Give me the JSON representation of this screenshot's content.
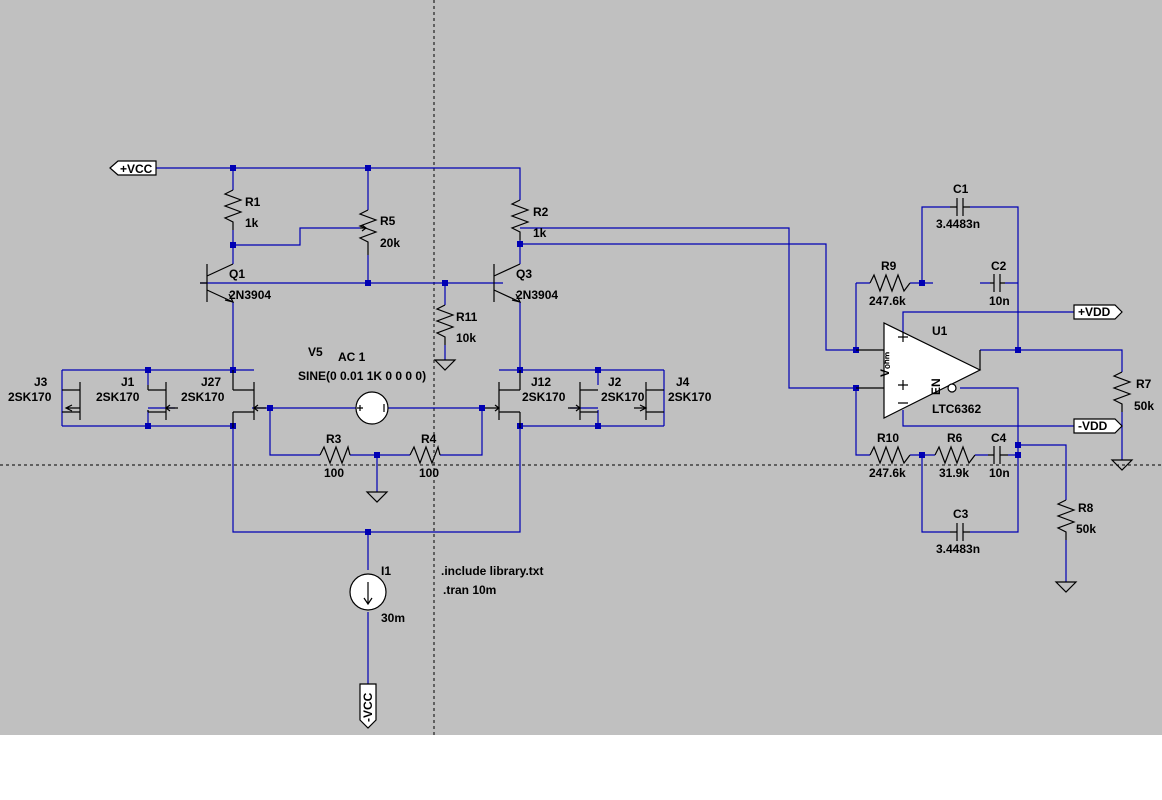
{
  "schematic": {
    "ports": {
      "vcc_pos": "+VCC",
      "vcc_neg": "-VCC",
      "vdd_pos": "+VDD",
      "vdd_neg": "-VDD"
    },
    "components": {
      "R1": {
        "name": "R1",
        "value": "1k"
      },
      "R2": {
        "name": "R2",
        "value": "1k"
      },
      "R3": {
        "name": "R3",
        "value": "100"
      },
      "R4": {
        "name": "R4",
        "value": "100"
      },
      "R5": {
        "name": "R5",
        "value": "20k"
      },
      "R6": {
        "name": "R6",
        "value": "31.9k"
      },
      "R7": {
        "name": "R7",
        "value": "50k"
      },
      "R8": {
        "name": "R8",
        "value": "50k"
      },
      "R9": {
        "name": "R9",
        "value": "247.6k"
      },
      "R10": {
        "name": "R10",
        "value": "247.6k"
      },
      "R11": {
        "name": "R11",
        "value": "10k"
      },
      "C1": {
        "name": "C1",
        "value": "3.4483n"
      },
      "C2": {
        "name": "C2",
        "value": "10n"
      },
      "C3": {
        "name": "C3",
        "value": "3.4483n"
      },
      "C4": {
        "name": "C4",
        "value": "10n"
      },
      "Q1": {
        "name": "Q1",
        "value": "2N3904"
      },
      "Q3": {
        "name": "Q3",
        "value": "2N3904"
      },
      "J1": {
        "name": "J1",
        "value": "2SK170"
      },
      "J2": {
        "name": "J2",
        "value": "2SK170"
      },
      "J3": {
        "name": "J3",
        "value": "2SK170"
      },
      "J4": {
        "name": "J4",
        "value": "2SK170"
      },
      "J12": {
        "name": "J12",
        "value": "2SK170"
      },
      "J27": {
        "name": "J27",
        "value": "2SK170"
      },
      "V5": {
        "name": "V5",
        "ac": "AC 1",
        "value": "SINE(0 0.01 1K 0 0 0 0)"
      },
      "I1": {
        "name": "I1",
        "value": "30m"
      },
      "U1": {
        "name": "U1",
        "value": "LTC6362"
      }
    },
    "directives": [
      ".include library.txt",
      ".tran 10m"
    ],
    "pins": {
      "vocm": "Vₒₕₘ",
      "en": "EN"
    }
  }
}
